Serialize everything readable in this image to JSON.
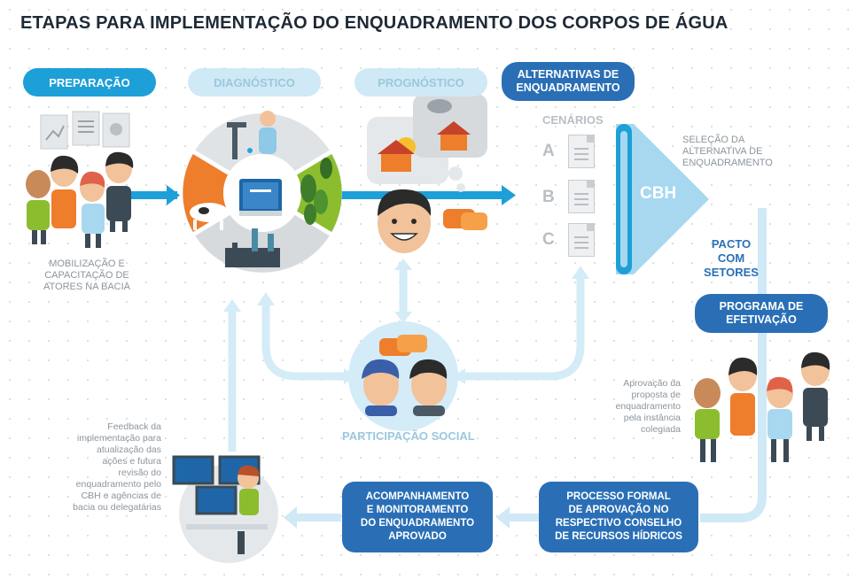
{
  "title": "ETAPAS PARA IMPLEMENTAÇÃO DO ENQUADRAMENTO DOS CORPOS DE ÁGUA",
  "stages": {
    "preparacao": "PREPARAÇÃO",
    "diagnostico": "DIAGNÓSTICO",
    "prognostico": "PROGNÓSTICO",
    "alternativas": "ALTERNATIVAS DE\nENQUADRAMENTO"
  },
  "preparacao_caption": "MOBILIZAÇÃO E\nCAPACITAÇÃO DE\nATORES NA BACIA",
  "cenarios": {
    "label": "CENÁRIOS",
    "items": [
      "A",
      "B",
      "C"
    ]
  },
  "cbh": {
    "label": "CBH",
    "caption": "SELEÇÃO DA\nALTERNATIVA DE\nENQUADRAMENTO"
  },
  "pacto": "PACTO\nCOM\nSETORES",
  "programa": "PROGRAMA DE\nEFETIVAÇÃO",
  "aprovacao_caption": "Aprovação da\nproposta de\nenquadramento\npela instância\ncolegiada",
  "participacao": "PARTICIPAÇÃO SOCIAL",
  "feedback_caption": "Feedback da\nimplementação para\natualização das\nações e futura\nrevisão do\nenquadramento pelo\nCBH e agências de\nbacia ou delegatárias",
  "acompanhamento": "ACOMPANHAMENTO\nE MONITORAMENTO\nDO ENQUADRAMENTO\nAPROVADO",
  "processo": "PROCESSO FORMAL\nDE APROVAÇÃO NO\nRESPECTIVO CONSELHO\nDE RECURSOS HÍDRICOS",
  "colors": {
    "primary_blue": "#1d9fd8",
    "dark_blue": "#2a6fb6",
    "light_blue": "#a7d8f0",
    "pale_blue": "#cfe9f6",
    "flow_light": "#d3ecf7",
    "text_gray": "#8d959c",
    "title_dark": "#1f2a36"
  },
  "icons": [
    "document-icon",
    "chart-document-icon",
    "people-group-icon",
    "diagnostic-wheel-icon",
    "book-icon",
    "factory-icon",
    "cow-icon",
    "trees-icon",
    "water-pump-icon",
    "house-icon",
    "sun-icon",
    "rain-cloud-icon",
    "speech-bubbles-icon",
    "computer-workstation-icon",
    "funnel-icon"
  ]
}
